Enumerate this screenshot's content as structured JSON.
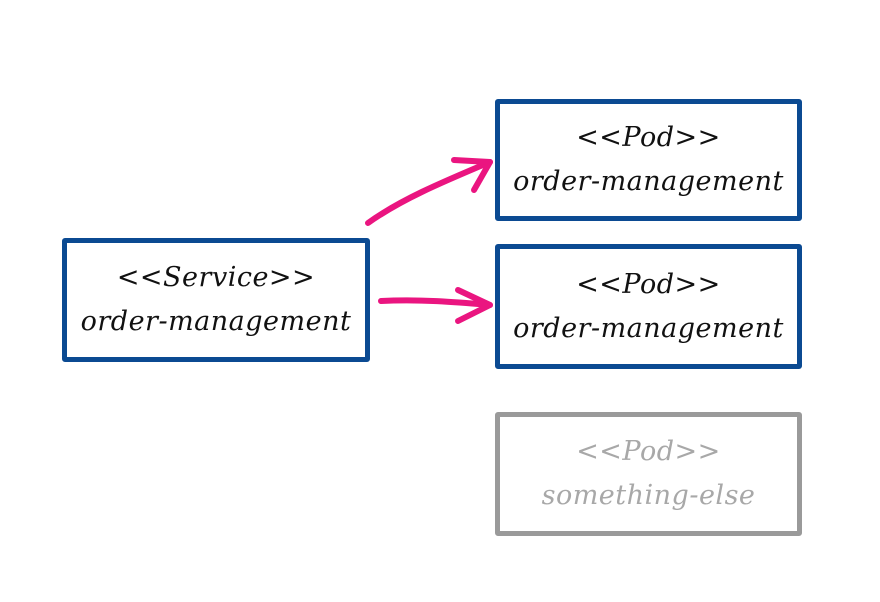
{
  "diagram": {
    "service": {
      "stereotype": "<<Service>>",
      "name": "order-management"
    },
    "pods": [
      {
        "stereotype": "<<Pod>>",
        "name": "order-management"
      },
      {
        "stereotype": "<<Pod>>",
        "name": "order-management"
      },
      {
        "stereotype": "<<Pod>>",
        "name": "something-else"
      }
    ],
    "colors": {
      "box_border": "#0b4a92",
      "muted_border": "#9a9a9a",
      "muted_text": "#a8a8a8",
      "arrow": "#ea1580",
      "text": "#111111"
    }
  }
}
